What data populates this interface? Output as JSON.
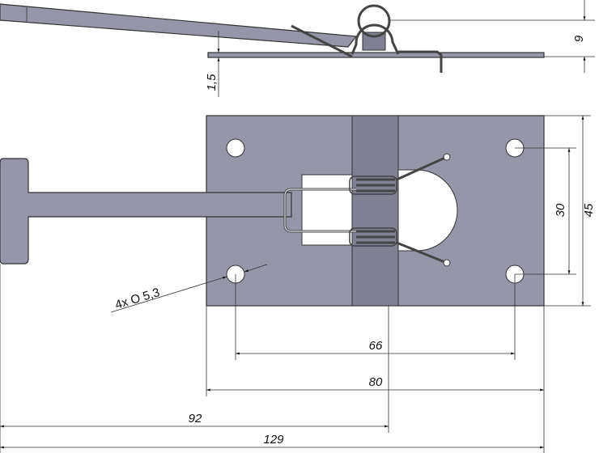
{
  "drawing": {
    "title": "Hook latch with spring – technical drawing",
    "colors": {
      "part": "#9597a8",
      "hinge": "#7f8193",
      "line": "#333333"
    },
    "dimensions": {
      "height_side": "9",
      "thickness": "1,5",
      "hole_spacing_vertical": "30",
      "plate_height": "45",
      "hole_spacing_horizontal": "66",
      "plate_width": "80",
      "hook_to_hinge": "92",
      "overall_length": "129",
      "hole_callout": "4x O  5,3"
    }
  }
}
